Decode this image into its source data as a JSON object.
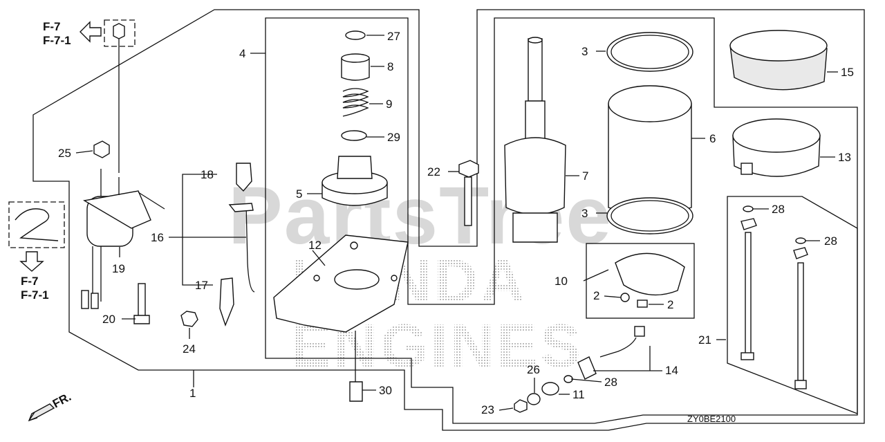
{
  "watermark": {
    "brand": "PartsTree",
    "trademark": "™",
    "maker_top": "HONDA",
    "maker_bottom": "ENGINES"
  },
  "references": {
    "top": {
      "line1": "F-7",
      "line2": "F-7-1"
    },
    "left": {
      "line1": "F-7",
      "line2": "F-7-1"
    }
  },
  "direction_label": "FR.",
  "diagram_code": "ZY0BE2100",
  "callouts": {
    "c1": "1",
    "c2a": "2",
    "c2b": "2",
    "c3a": "3",
    "c3b": "3",
    "c4": "4",
    "c5": "5",
    "c6": "6",
    "c7": "7",
    "c8": "8",
    "c9": "9",
    "c10": "10",
    "c11": "11",
    "c12": "12",
    "c13": "13",
    "c14": "14",
    "c15": "15",
    "c16": "16",
    "c17": "17",
    "c18": "18",
    "c19": "19",
    "c20": "20",
    "c21": "21",
    "c22": "22",
    "c23": "23",
    "c24": "24",
    "c25": "25",
    "c26": "26",
    "c27": "27",
    "c28a": "28",
    "c28b": "28",
    "c28c": "28",
    "c29": "29",
    "c30": "30"
  }
}
